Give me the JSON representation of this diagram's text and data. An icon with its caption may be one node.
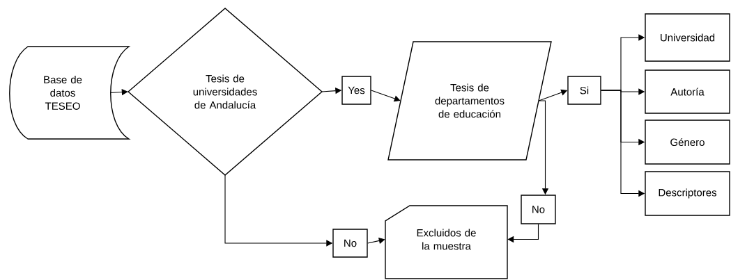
{
  "diagram": {
    "nodes": [
      {
        "text": [
          "Base de datos TESEO"
        ]
      },
      {
        "text": [
          "Tesis de universidades de Andalucía"
        ]
      },
      {
        "text": [
          "Yes"
        ]
      },
      {
        "text": [
          "Tesis de departamentos de educación"
        ]
      },
      {
        "text": [
          "Si"
        ]
      },
      {
        "text": [
          "Universidad"
        ]
      },
      {
        "text": [
          "Autoría"
        ]
      },
      {
        "text": [
          "Género"
        ]
      },
      {
        "text": [
          "Descriptores"
        ]
      },
      {
        "text": [
          "No"
        ]
      },
      {
        "text": [
          "Excluidos de la muestra"
        ]
      },
      {
        "text": [
          "No"
        ]
      }
    ],
    "edges": [
      {
        "from": 0,
        "to": 1,
        "arrow": "to"
      },
      {
        "from": 1,
        "to": 2,
        "arrow": "to"
      },
      {
        "from": 2,
        "to": 3,
        "arrow": "to"
      },
      {
        "from": 3,
        "to": 4,
        "arrow": "to"
      },
      {
        "from": 4,
        "to": 5,
        "arrow": "to"
      },
      {
        "from": 4,
        "to": 6,
        "arrow": "to"
      },
      {
        "from": 4,
        "to": 7,
        "arrow": "to"
      },
      {
        "from": 4,
        "to": 8,
        "arrow": "to"
      },
      {
        "from": 3,
        "to": 11,
        "arrow": "to"
      },
      {
        "from": 1,
        "to": 9,
        "arrow": "to"
      },
      {
        "from": 9,
        "to": 10,
        "arrow": "to"
      },
      {
        "from": 11,
        "to": 10,
        "arrow": "to"
      }
    ]
  }
}
